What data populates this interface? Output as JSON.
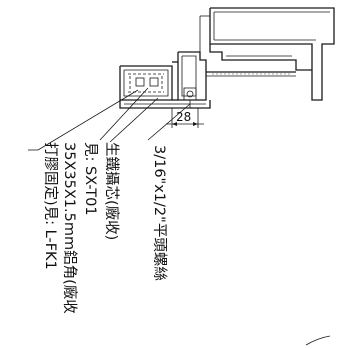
{
  "annotations": {
    "screw": "3/16\"x1/2\"平頭螺絲",
    "casting": "生鐵攝芯(廠收)",
    "angle_ref": "見: SX-T01",
    "angle": "35X35X1.5mm鋁角(廠收",
    "glue": "打膠固定)見: L-FK1"
  },
  "dimension": {
    "value": "28"
  }
}
